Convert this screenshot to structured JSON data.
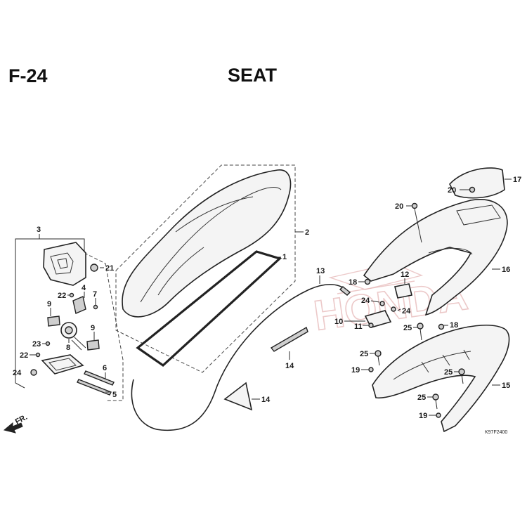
{
  "header": {
    "figure_code": "F-24",
    "title": "SEAT"
  },
  "watermark": {
    "text": "HONDA"
  },
  "direction_marker": {
    "label": "FR."
  },
  "diagram_code": "K97F2400",
  "callouts": [
    {
      "id": "c1",
      "text": "1"
    },
    {
      "id": "c2",
      "text": "2"
    },
    {
      "id": "c3",
      "text": "3"
    },
    {
      "id": "c4",
      "text": "4"
    },
    {
      "id": "c5",
      "text": "5"
    },
    {
      "id": "c6",
      "text": "6"
    },
    {
      "id": "c7",
      "text": "7"
    },
    {
      "id": "c8",
      "text": "8"
    },
    {
      "id": "c9a",
      "text": "9"
    },
    {
      "id": "c9b",
      "text": "9"
    },
    {
      "id": "c10",
      "text": "10"
    },
    {
      "id": "c11",
      "text": "11"
    },
    {
      "id": "c12",
      "text": "12"
    },
    {
      "id": "c13",
      "text": "13"
    },
    {
      "id": "c14a",
      "text": "14"
    },
    {
      "id": "c14b",
      "text": "14"
    },
    {
      "id": "c15",
      "text": "15"
    },
    {
      "id": "c16",
      "text": "16"
    },
    {
      "id": "c17",
      "text": "17"
    },
    {
      "id": "c18a",
      "text": "18"
    },
    {
      "id": "c18b",
      "text": "18"
    },
    {
      "id": "c19a",
      "text": "19"
    },
    {
      "id": "c19b",
      "text": "19"
    },
    {
      "id": "c20a",
      "text": "20"
    },
    {
      "id": "c20b",
      "text": "20"
    },
    {
      "id": "c21",
      "text": "21"
    },
    {
      "id": "c22a",
      "text": "22"
    },
    {
      "id": "c22b",
      "text": "22"
    },
    {
      "id": "c23",
      "text": "23"
    },
    {
      "id": "c24a",
      "text": "24"
    },
    {
      "id": "c24b",
      "text": "24"
    },
    {
      "id": "c24c",
      "text": "24"
    },
    {
      "id": "c25a",
      "text": "25"
    },
    {
      "id": "c25b",
      "text": "25"
    },
    {
      "id": "c25c",
      "text": "25"
    },
    {
      "id": "c25d",
      "text": "25"
    }
  ]
}
